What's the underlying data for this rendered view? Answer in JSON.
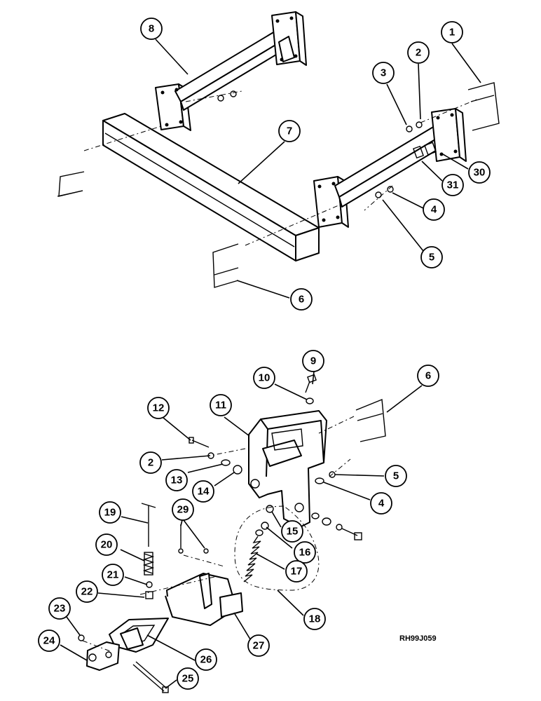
{
  "figure_ref": "RH99J059",
  "callouts": [
    {
      "id": "c1",
      "label": "1"
    },
    {
      "id": "c2",
      "label": "2"
    },
    {
      "id": "c3",
      "label": "3"
    },
    {
      "id": "c4",
      "label": "4"
    },
    {
      "id": "c5",
      "label": "5"
    },
    {
      "id": "c6",
      "label": "6"
    },
    {
      "id": "c7",
      "label": "7"
    },
    {
      "id": "c8",
      "label": "8"
    },
    {
      "id": "c30",
      "label": "30"
    },
    {
      "id": "c31",
      "label": "31"
    },
    {
      "id": "c9",
      "label": "9"
    },
    {
      "id": "c10",
      "label": "10"
    },
    {
      "id": "c11",
      "label": "11"
    },
    {
      "id": "c12",
      "label": "12"
    },
    {
      "id": "c2b",
      "label": "2"
    },
    {
      "id": "c13",
      "label": "13"
    },
    {
      "id": "c14",
      "label": "14"
    },
    {
      "id": "c6b",
      "label": "6"
    },
    {
      "id": "c5b",
      "label": "5"
    },
    {
      "id": "c4b",
      "label": "4"
    },
    {
      "id": "c15",
      "label": "15"
    },
    {
      "id": "c16",
      "label": "16"
    },
    {
      "id": "c17",
      "label": "17"
    },
    {
      "id": "c18",
      "label": "18"
    },
    {
      "id": "c19",
      "label": "19"
    },
    {
      "id": "c20",
      "label": "20"
    },
    {
      "id": "c29",
      "label": "29"
    },
    {
      "id": "c21",
      "label": "21"
    },
    {
      "id": "c22",
      "label": "22"
    },
    {
      "id": "c23",
      "label": "23"
    },
    {
      "id": "c24",
      "label": "24"
    },
    {
      "id": "c25",
      "label": "25"
    },
    {
      "id": "c26",
      "label": "26"
    },
    {
      "id": "c27",
      "label": "27"
    }
  ]
}
